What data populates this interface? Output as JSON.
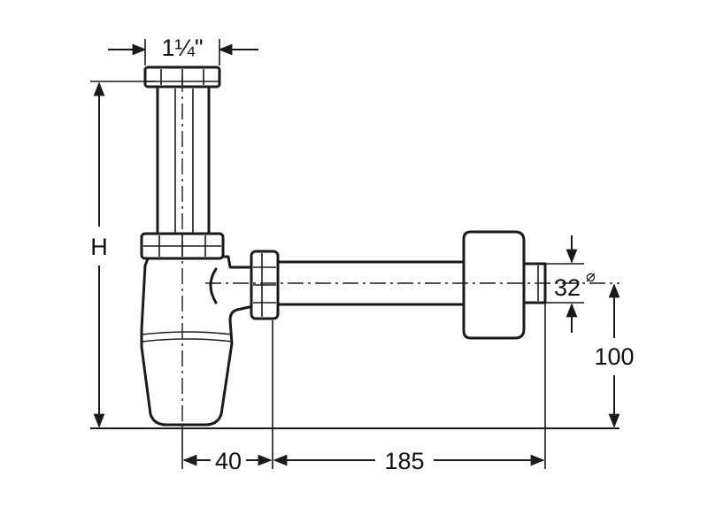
{
  "dimensions": {
    "inlet_size": "1¼\"",
    "height": "H",
    "outlet_diameter": "32",
    "diameter_symbol": "⌀",
    "outlet_height": "100",
    "trap_offset": "40",
    "wall_distance": "185"
  }
}
